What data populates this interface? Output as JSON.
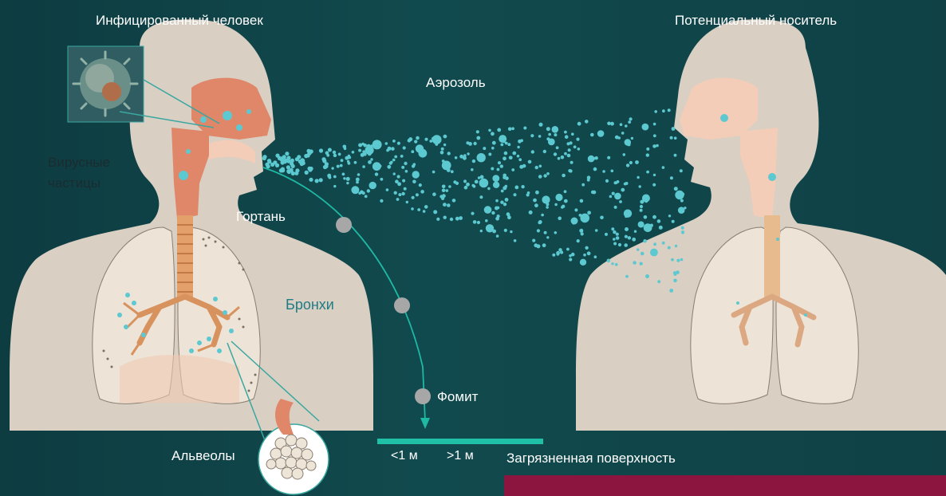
{
  "labels": {
    "infected_person": "Инфицированный человек",
    "potential_carrier": "Потенциальный носитель",
    "aerosol": "Аэрозоль",
    "virus_particles_line1": "Вирусные",
    "virus_particles_line2": "частицы",
    "larynx": "Гортань",
    "bronchi": "Бронхи",
    "fomite": "Фомит",
    "alveoli": "Альвеолы",
    "distance_near": "<1 м",
    "distance_far": ">1 м",
    "contaminated_surface": "Загрязненная поверхность"
  },
  "colors": {
    "background": "#0f4347",
    "body": "#d9cfc3",
    "airway": "#e0876a",
    "airway_pale": "#f3cdb8",
    "lung": "#ede3d7",
    "droplet": "#5cc8d0",
    "fomite_drop": "#a7a7a7",
    "trajectory": "#1fb8a3",
    "surface": "#1fc0a6",
    "bottom_bar": "#8c1540"
  }
}
